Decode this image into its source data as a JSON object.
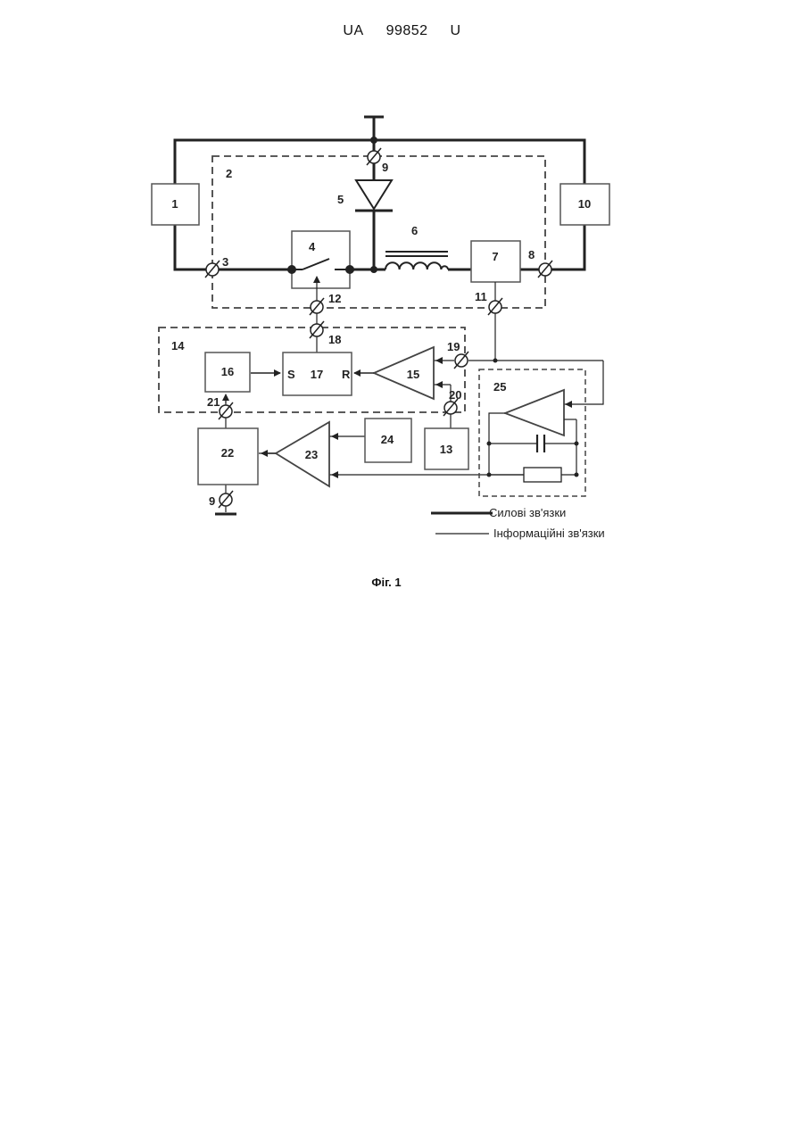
{
  "header": {
    "office": "UA",
    "number": "99852",
    "kind": "U"
  },
  "blocks": {
    "b1": "1",
    "b2": "2",
    "b3": "3",
    "b4": "4",
    "b5": "5",
    "b6": "6",
    "b7": "7",
    "b8": "8",
    "b9a": "9",
    "b9b": "9",
    "b10": "10",
    "b11": "11",
    "b12": "12",
    "b13": "13",
    "b14": "14",
    "b15": "15",
    "b16": "16",
    "b17": "17",
    "b17s": "S",
    "b17r": "R",
    "b18": "18",
    "b19": "19",
    "b20": "20",
    "b21": "21",
    "b22": "22",
    "b23": "23",
    "b24": "24",
    "b25": "25"
  },
  "legend": {
    "power": "Силові зв'язки",
    "info": "Інформаційні зв'язки"
  },
  "caption": "Фіг. 1"
}
